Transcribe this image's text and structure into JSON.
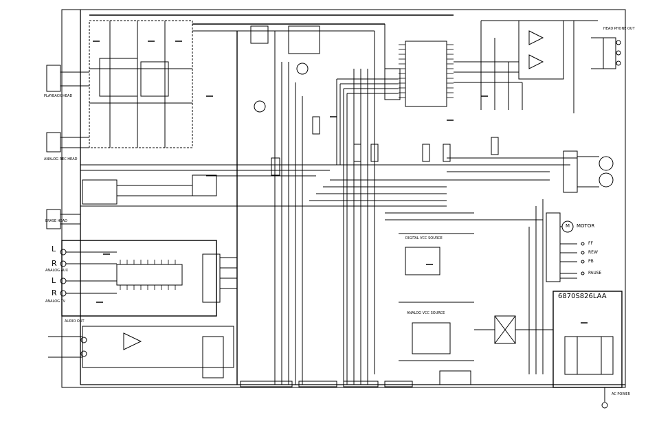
{
  "board": {
    "part_number": "6870S826LAA",
    "motor_label": "MOTOR",
    "motor_symbol": "M"
  },
  "labels": {
    "ch_l1": "L",
    "ch_r1": "R",
    "ch_l2": "L",
    "ch_r2": "R",
    "audio_aux": "ANALOG AUX",
    "audio_tv": "ANALOG TV",
    "playback_head": "PLAYBACK HEAD",
    "rec_head": "ANALOG REC HEAD",
    "erase_head": "ERASE HEAD",
    "digital_vcc_source": "DIGITAL VCC SOURCE",
    "analog_vcc_source": "ANALOG VCC SOURCE",
    "audio_out": "AUDIO OUT",
    "sw_ff": "FF",
    "sw_rew": "REW",
    "sw_pb": "PB",
    "sw_pause": "PAUSE",
    "jack_top_right": "HEAD PHONE OUT",
    "ac_power": "AC POWER"
  },
  "colors": {
    "line": "#000000",
    "background": "#ffffff"
  }
}
